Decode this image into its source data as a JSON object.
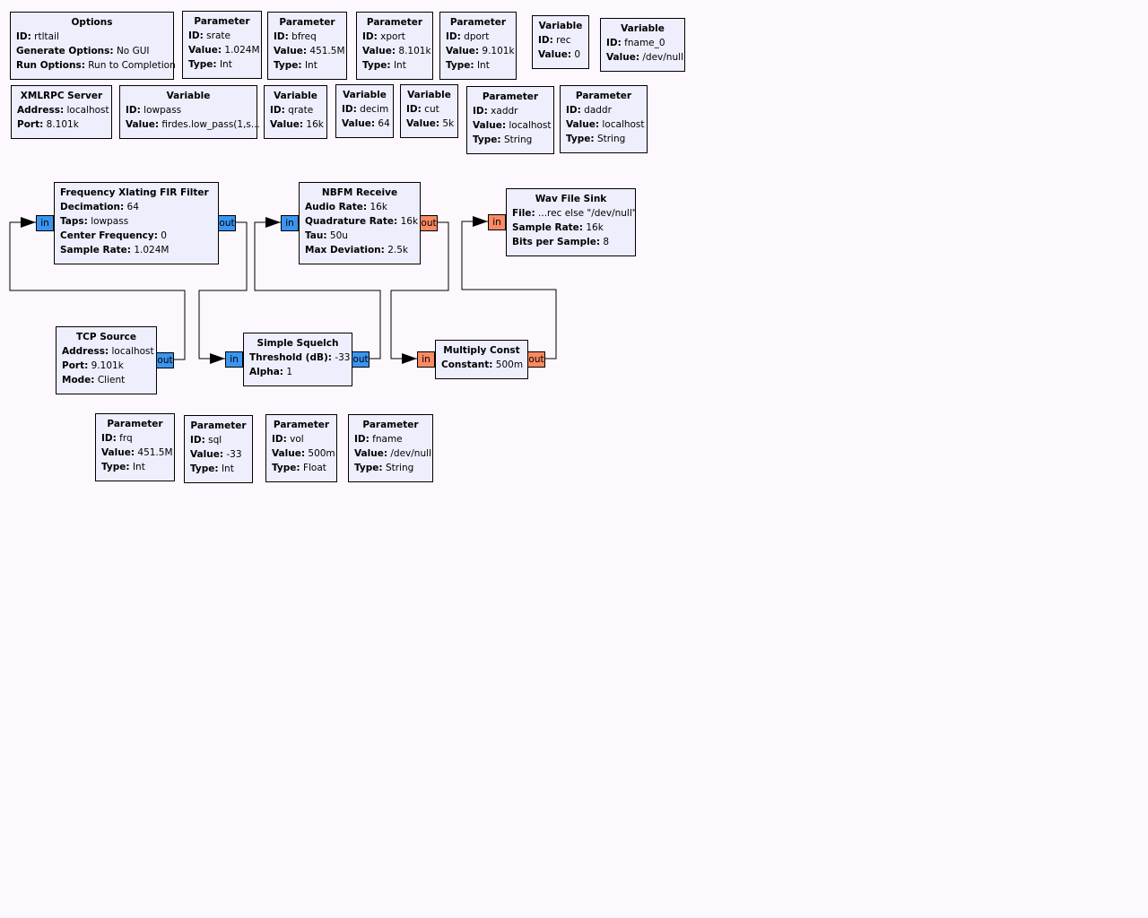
{
  "colors": {
    "background": "#fdf8fd",
    "block_fill": "#eeeefc",
    "port_complex": "#3b95f0",
    "port_float": "#f98a62"
  },
  "blocks": [
    {
      "id": "options",
      "title": "Options",
      "params": [
        {
          "k": "ID:",
          "v": "rtltail"
        },
        {
          "k": "Generate Options:",
          "v": "No GUI"
        },
        {
          "k": "Run Options:",
          "v": "Run to Completion"
        }
      ]
    },
    {
      "id": "param_srate",
      "title": "Parameter",
      "params": [
        {
          "k": "ID:",
          "v": "srate"
        },
        {
          "k": "Value:",
          "v": "1.024M"
        },
        {
          "k": "Type:",
          "v": "Int"
        }
      ]
    },
    {
      "id": "param_bfreq",
      "title": "Parameter",
      "params": [
        {
          "k": "ID:",
          "v": "bfreq"
        },
        {
          "k": "Value:",
          "v": "451.5M"
        },
        {
          "k": "Type:",
          "v": "Int"
        }
      ]
    },
    {
      "id": "param_xport",
      "title": "Parameter",
      "params": [
        {
          "k": "ID:",
          "v": "xport"
        },
        {
          "k": "Value:",
          "v": "8.101k"
        },
        {
          "k": "Type:",
          "v": "Int"
        }
      ]
    },
    {
      "id": "param_dport",
      "title": "Parameter",
      "params": [
        {
          "k": "ID:",
          "v": "dport"
        },
        {
          "k": "Value:",
          "v": "9.101k"
        },
        {
          "k": "Type:",
          "v": "Int"
        }
      ]
    },
    {
      "id": "var_rec",
      "title": "Variable",
      "params": [
        {
          "k": "ID:",
          "v": "rec"
        },
        {
          "k": "Value:",
          "v": "0"
        }
      ]
    },
    {
      "id": "var_fname_0",
      "title": "Variable",
      "params": [
        {
          "k": "ID:",
          "v": "fname_0"
        },
        {
          "k": "Value:",
          "v": "/dev/null"
        }
      ]
    },
    {
      "id": "xmlrpc",
      "title": "XMLRPC Server",
      "params": [
        {
          "k": "Address:",
          "v": "localhost"
        },
        {
          "k": "Port:",
          "v": "8.101k"
        }
      ]
    },
    {
      "id": "var_lowpass",
      "title": "Variable",
      "params": [
        {
          "k": "ID:",
          "v": "lowpass"
        },
        {
          "k": "Value:",
          "v": "firdes.low_pass(1,s..."
        }
      ]
    },
    {
      "id": "var_qrate",
      "title": "Variable",
      "params": [
        {
          "k": "ID:",
          "v": "qrate"
        },
        {
          "k": "Value:",
          "v": "16k"
        }
      ]
    },
    {
      "id": "var_decim",
      "title": "Variable",
      "params": [
        {
          "k": "ID:",
          "v": "decim"
        },
        {
          "k": "Value:",
          "v": "64"
        }
      ]
    },
    {
      "id": "var_cut",
      "title": "Variable",
      "params": [
        {
          "k": "ID:",
          "v": "cut"
        },
        {
          "k": "Value:",
          "v": "5k"
        }
      ]
    },
    {
      "id": "param_xaddr",
      "title": "Parameter",
      "params": [
        {
          "k": "ID:",
          "v": "xaddr"
        },
        {
          "k": "Value:",
          "v": "localhost"
        },
        {
          "k": "Type:",
          "v": "String"
        }
      ]
    },
    {
      "id": "param_daddr",
      "title": "Parameter",
      "params": [
        {
          "k": "ID:",
          "v": "daddr"
        },
        {
          "k": "Value:",
          "v": "localhost"
        },
        {
          "k": "Type:",
          "v": "String"
        }
      ]
    },
    {
      "id": "xlating",
      "title": "Frequency Xlating FIR Filter",
      "titleAlign": "left",
      "params": [
        {
          "k": "Decimation:",
          "v": "64"
        },
        {
          "k": "Taps:",
          "v": "lowpass"
        },
        {
          "k": "Center Frequency:",
          "v": "0"
        },
        {
          "k": "Sample Rate:",
          "v": "1.024M"
        }
      ],
      "in": "in",
      "in_type": "complex",
      "out": "out",
      "out_type": "complex"
    },
    {
      "id": "nbfm",
      "title": "NBFM Receive",
      "params": [
        {
          "k": "Audio Rate:",
          "v": "16k"
        },
        {
          "k": "Quadrature Rate:",
          "v": "16k"
        },
        {
          "k": "Tau:",
          "v": "50u"
        },
        {
          "k": "Max Deviation:",
          "v": "2.5k"
        }
      ],
      "in": "in",
      "in_type": "complex",
      "out": "out",
      "out_type": "float"
    },
    {
      "id": "wavsink",
      "title": "Wav File Sink",
      "params": [
        {
          "k": "File:",
          "v": "...rec else \"/dev/null\""
        },
        {
          "k": "Sample Rate:",
          "v": "16k"
        },
        {
          "k": "Bits per Sample:",
          "v": "8"
        }
      ],
      "in": "in",
      "in_type": "float"
    },
    {
      "id": "tcpsource",
      "title": "TCP Source",
      "params": [
        {
          "k": "Address:",
          "v": "localhost"
        },
        {
          "k": "Port:",
          "v": "9.101k"
        },
        {
          "k": "Mode:",
          "v": "Client"
        }
      ],
      "out": "out",
      "out_type": "complex"
    },
    {
      "id": "squelch",
      "title": "Simple Squelch",
      "params": [
        {
          "k": "Threshold (dB):",
          "v": "-33"
        },
        {
          "k": "Alpha:",
          "v": "1"
        }
      ],
      "in": "in",
      "in_type": "complex",
      "out": "out",
      "out_type": "complex"
    },
    {
      "id": "multconst",
      "title": "Multiply Const",
      "params": [
        {
          "k": "Constant:",
          "v": "500m"
        }
      ],
      "in": "in",
      "in_type": "float",
      "out": "out",
      "out_type": "float"
    },
    {
      "id": "param_frq",
      "title": "Parameter",
      "params": [
        {
          "k": "ID:",
          "v": "frq"
        },
        {
          "k": "Value:",
          "v": "451.5M"
        },
        {
          "k": "Type:",
          "v": "Int"
        }
      ]
    },
    {
      "id": "param_sql",
      "title": "Parameter",
      "params": [
        {
          "k": "ID:",
          "v": "sql"
        },
        {
          "k": "Value:",
          "v": "-33"
        },
        {
          "k": "Type:",
          "v": "Int"
        }
      ]
    },
    {
      "id": "param_vol",
      "title": "Parameter",
      "params": [
        {
          "k": "ID:",
          "v": "vol"
        },
        {
          "k": "Value:",
          "v": "500m"
        },
        {
          "k": "Type:",
          "v": "Float"
        }
      ]
    },
    {
      "id": "param_fname",
      "title": "Parameter",
      "params": [
        {
          "k": "ID:",
          "v": "fname"
        },
        {
          "k": "Value:",
          "v": "/dev/null"
        },
        {
          "k": "Type:",
          "v": "String"
        }
      ]
    }
  ],
  "connections": [
    {
      "from": "tcpsource",
      "to": "xlating"
    },
    {
      "from": "xlating",
      "to": "squelch"
    },
    {
      "from": "squelch",
      "to": "nbfm"
    },
    {
      "from": "nbfm",
      "to": "multconst"
    },
    {
      "from": "multconst",
      "to": "wavsink"
    }
  ]
}
